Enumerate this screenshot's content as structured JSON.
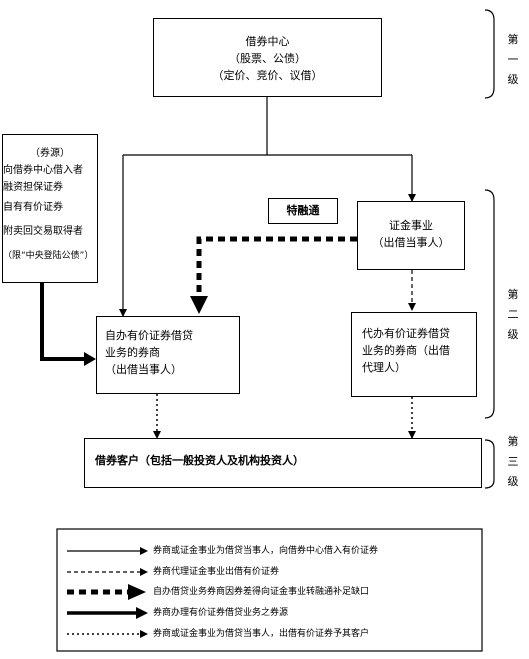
{
  "boxes": {
    "center": {
      "lines": [
        "借券中心",
        "（股票、公债）",
        "（定价、竞价、议借）"
      ]
    },
    "source": {
      "lines": [
        "（券源）",
        "向借券中心借入者",
        "融资担保证券",
        "自有有价证券",
        "附卖回交易取得者",
        "（限“中央登陆公债”）"
      ]
    },
    "tezhuantong": {
      "label": "特融通"
    },
    "securities_finance": {
      "lines": [
        "证金事业",
        "（出借当事人）"
      ]
    },
    "own_broker": {
      "lines": [
        "自办有价证券借贷",
        "业务的券商",
        "（出借当事人）"
      ]
    },
    "agent_broker": {
      "lines": [
        "代办有价证券借贷",
        "业务的券商（出借",
        "代理人）"
      ]
    },
    "clients": {
      "label": "借券客户（包括一般投资人及机构投资人）"
    }
  },
  "levels": [
    {
      "chars": [
        "第",
        "一",
        "级"
      ]
    },
    {
      "chars": [
        "第",
        "二",
        "级"
      ]
    },
    {
      "chars": [
        "第",
        "三",
        "级"
      ]
    }
  ],
  "legend": [
    {
      "style": "solid-thin",
      "text": "券商或证金事业为借贷当事人，向借券中心借入有价证券"
    },
    {
      "style": "dashed",
      "text": "券商代理证金事业出借有价证券"
    },
    {
      "style": "thick-dashed",
      "text": "自办借贷业务券商因券差得向证金事业转融通补足缺口"
    },
    {
      "style": "solid-thick",
      "text": "券商办理有价证券借贷业务之券源"
    },
    {
      "style": "dotted",
      "text": "券商或证金事业为借贷当事人，出借有价证券予其客户"
    }
  ]
}
